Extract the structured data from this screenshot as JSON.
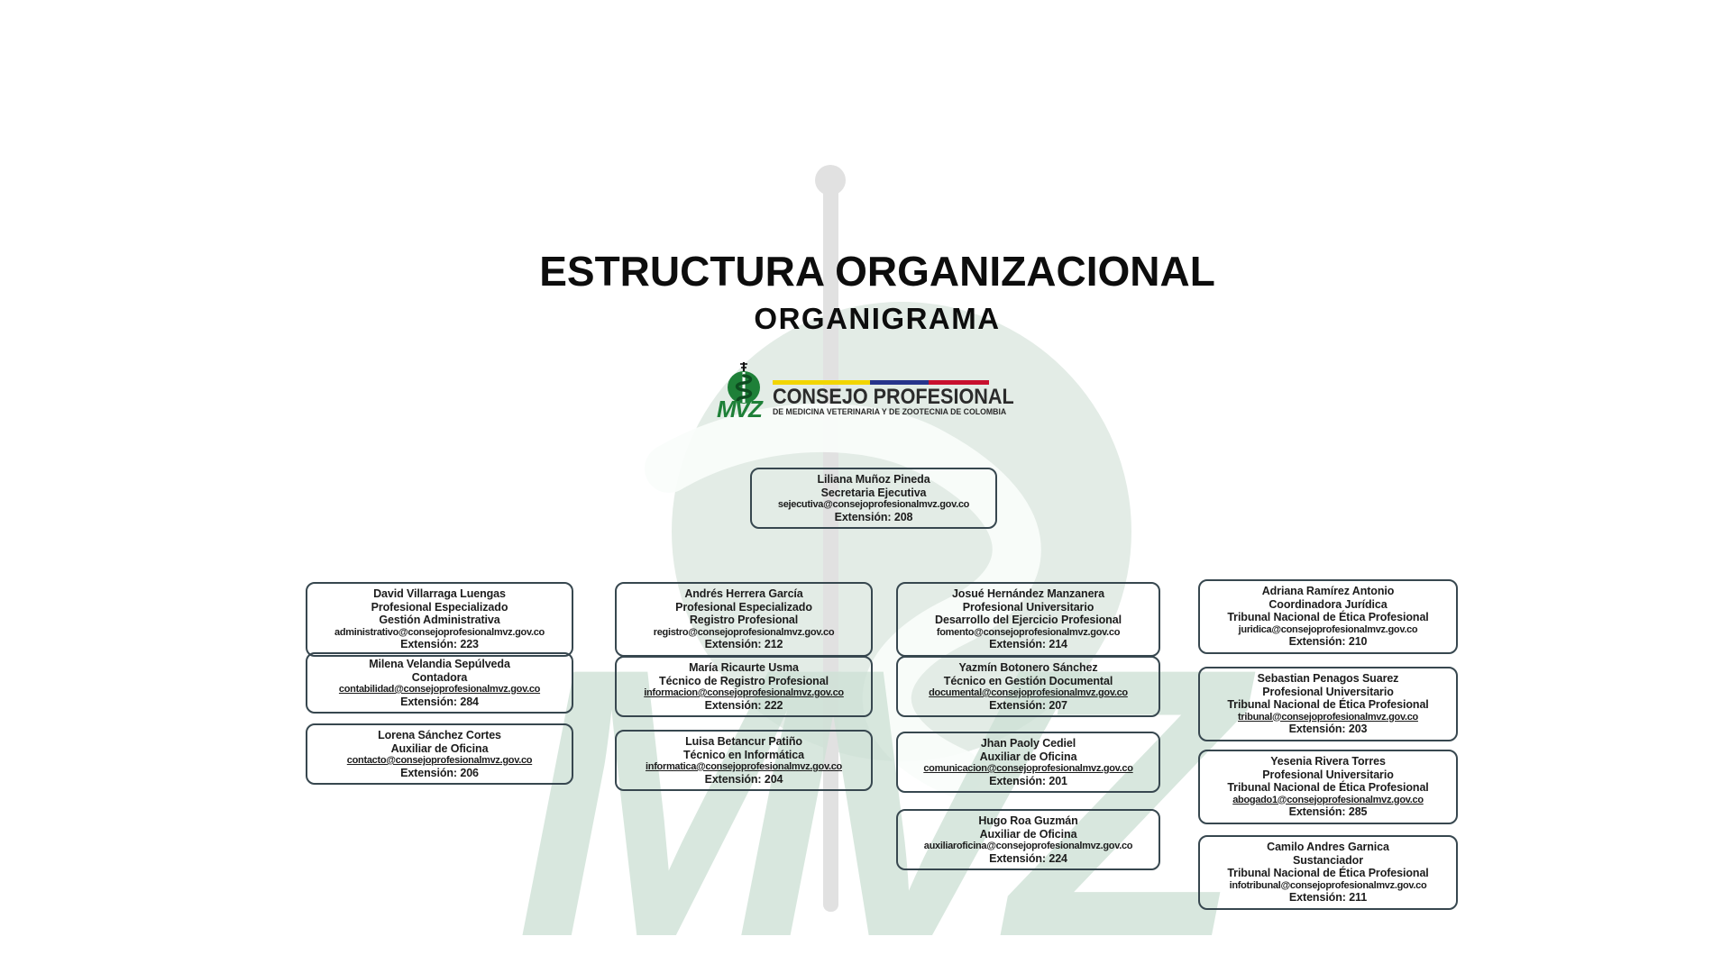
{
  "page": {
    "title": "ESTRUCTURA ORGANIZACIONAL",
    "subtitle": "ORGANIGRAMA"
  },
  "labels": {
    "extension": "Extensión:"
  },
  "logo": {
    "acronym": "MVZ",
    "name": "CONSEJO PROFESIONAL",
    "tagline": "DE MEDICINA VETERINARIA Y DE ZOOTECNIA DE COLOMBIA",
    "colors": {
      "green": "#1e8038",
      "flag_yellow": "#f2d500",
      "flag_blue": "#27348b",
      "flag_red": "#c8102e"
    }
  },
  "watermark": {
    "acronym": "MVZ",
    "light_green": "#cfe2d7",
    "circle_green": "#e3ece6",
    "staff_gray": "#e1e1e1"
  },
  "org": {
    "root": {
      "name": "Liliana Muñoz Pineda",
      "role": "Secretaria Ejecutiva",
      "email": "sejecutiva@consejoprofesionalmvz.gov.co",
      "extension": "208",
      "email_underlined": false
    },
    "columns": [
      {
        "boxes": [
          {
            "name": "David Villarraga Luengas",
            "role": "Profesional Especializado",
            "unit": "Gestión Administrativa",
            "email": "administrativo@consejoprofesionalmvz.gov.co",
            "extension": "223",
            "email_underlined": false
          },
          {
            "name": "Milena Velandia Sepúlveda",
            "role": "Contadora",
            "email": "contabilidad@consejoprofesionalmvz.gov.co",
            "extension": "284",
            "email_underlined": true
          },
          {
            "name": "Lorena Sánchez Cortes",
            "role": "Auxiliar de Oficina",
            "email": "contacto@consejoprofesionalmvz.gov.co",
            "extension": "206",
            "email_underlined": true
          }
        ]
      },
      {
        "boxes": [
          {
            "name": "Andrés Herrera García",
            "role": "Profesional Especializado",
            "unit": "Registro Profesional",
            "email": "registro@consejoprofesionalmvz.gov.co",
            "extension": "212",
            "email_underlined": false
          },
          {
            "name": "María Ricaurte Usma",
            "role": "Técnico de Registro Profesional",
            "email": "informacion@consejoprofesionalmvz.gov.co",
            "extension": "222",
            "email_underlined": true
          },
          {
            "name": "Luisa Betancur Patiño",
            "role": "Técnico en Informática",
            "email": "informatica@consejoprofesionalmvz.gov.co",
            "extension": "204",
            "email_underlined": true
          }
        ]
      },
      {
        "boxes": [
          {
            "name": "Josué Hernández Manzanera",
            "role": "Profesional Universitario",
            "unit": "Desarrollo del Ejercicio Profesional",
            "email": "fomento@consejoprofesionalmvz.gov.co",
            "extension": "214",
            "email_underlined": false
          },
          {
            "name": "Yazmín Botonero Sánchez",
            "role": "Técnico en Gestión Documental",
            "email": "documental@consejoprofesionalmvz.gov.co",
            "extension": "207",
            "email_underlined": true
          },
          {
            "name": "Jhan Paoly Cediel",
            "role": "Auxiliar de Oficina",
            "email": "comunicacion@consejoprofesionalmvz.gov.co",
            "extension": "201",
            "email_underlined": true
          },
          {
            "name": "Hugo Roa Guzmán",
            "role": "Auxiliar de Oficina",
            "email": "auxiliaroficina@consejoprofesionalmvz.gov.co",
            "extension": "224",
            "email_underlined": false
          }
        ]
      },
      {
        "boxes": [
          {
            "name": "Adriana Ramírez Antonio",
            "role": "Coordinadora Jurídica",
            "unit": "Tribunal Nacional de Ética Profesional",
            "email": "juridica@consejoprofesionalmvz.gov.co",
            "extension": "210",
            "email_underlined": false
          },
          {
            "name": "Sebastian Penagos Suarez",
            "role": "Profesional Universitario",
            "unit": "Tribunal Nacional de Ética Profesional",
            "email": "tribunal@consejoprofesionalmvz.gov.co",
            "extension": "203",
            "email_underlined": true
          },
          {
            "name": "Yesenia Rivera Torres",
            "role": "Profesional Universitario",
            "unit": "Tribunal Nacional de Ética Profesional",
            "email": "abogado1@consejoprofesionalmvz.gov.co",
            "extension": "285",
            "email_underlined": true
          },
          {
            "name": "Camilo Andres Garnica",
            "role": "Sustanciador",
            "unit": "Tribunal Nacional de Ética Profesional",
            "email": "infotribunal@consejoprofesionalmvz.gov.co",
            "extension": "211",
            "email_underlined": false
          }
        ]
      }
    ]
  }
}
